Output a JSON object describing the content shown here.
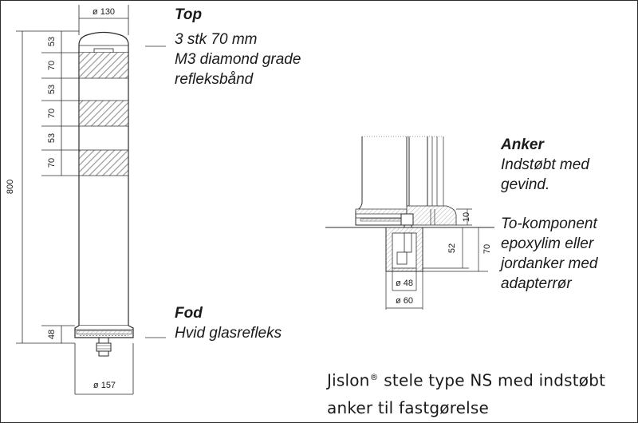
{
  "labels": {
    "top_title": "Top",
    "top_line1": "3 stk 70 mm",
    "top_line2": "M3 diamond grade",
    "top_line3": "refleksbånd",
    "fod_title": "Fod",
    "fod_line1": "Hvid glasrefleks",
    "anker_title": "Anker",
    "anker_line1": "Indstøbt med",
    "anker_line2": "gevind.",
    "anker_line3": "To-komponent",
    "anker_line4": "epoxylim eller",
    "anker_line5": "jordanker med",
    "anker_line6": "adapterrør"
  },
  "caption": {
    "line1_pre": "Jislon",
    "reg_mark": "®",
    "line1_post": " stele type NS med indstøbt",
    "line2": "anker til fastgørelse"
  },
  "dimensions": {
    "top_diameter": "ø 130",
    "base_diameter": "ø 157",
    "total_height": "800",
    "band_gap_1": "53",
    "band_1": "70",
    "band_gap_2": "53",
    "band_2": "70",
    "band_gap_3": "53",
    "band_3": "70",
    "foot": "48",
    "anchor_inner_diameter": "ø 48",
    "anchor_outer_diameter": "ø 60",
    "anchor_flange": "10",
    "anchor_depth": "52",
    "anchor_total": "70"
  },
  "colors": {
    "line": "#2b2b2b",
    "hatch": "#9a9a9a",
    "ground_fill": "#e6e6e6"
  }
}
